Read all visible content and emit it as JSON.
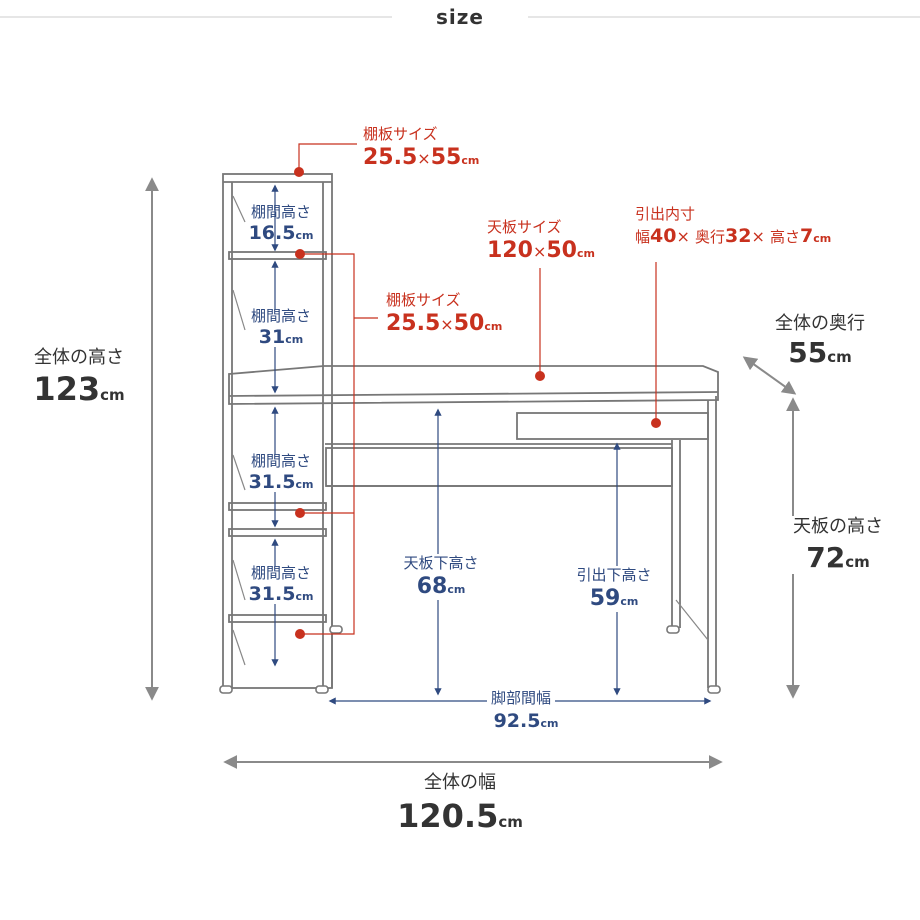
{
  "header": {
    "title": "size"
  },
  "colors": {
    "accent_red": "#c8311e",
    "dim_blue": "#2f4a80",
    "arrow_gray": "#8a8a8a",
    "line_gray": "#777777"
  },
  "dimensions": {
    "total_height": {
      "label": "全体の高さ",
      "value": "123",
      "unit": "cm"
    },
    "total_width": {
      "label": "全体の幅",
      "value": "120.5",
      "unit": "cm"
    },
    "total_depth": {
      "label": "全体の奥行",
      "value": "55",
      "unit": "cm"
    },
    "top_height": {
      "label": "天板の高さ",
      "value": "72",
      "unit": "cm"
    },
    "under_top_height": {
      "label": "天板下高さ",
      "value": "68",
      "unit": "cm"
    },
    "under_drawer_height": {
      "label": "引出下高さ",
      "value": "59",
      "unit": "cm"
    },
    "leg_width": {
      "label": "脚部間幅",
      "value": "92.5",
      "unit": "cm"
    },
    "shelf_gaps": [
      {
        "label": "棚間高さ",
        "value": "16.5",
        "unit": "cm"
      },
      {
        "label": "棚間高さ",
        "value": "31",
        "unit": "cm"
      },
      {
        "label": "棚間高さ",
        "value": "31.5",
        "unit": "cm"
      },
      {
        "label": "棚間高さ",
        "value": "31.5",
        "unit": "cm"
      }
    ],
    "shelf_board_top": {
      "label": "棚板サイズ",
      "value_a": "25.5",
      "value_b": "55",
      "unit": "cm"
    },
    "shelf_board_lower": {
      "label": "棚板サイズ",
      "value_a": "25.5",
      "value_b": "50",
      "unit": "cm"
    },
    "desk_top": {
      "label": "天板サイズ",
      "value_a": "120",
      "value_b": "50",
      "unit": "cm"
    },
    "drawer_inner": {
      "label": "引出内寸",
      "w_label": "幅",
      "w_value": "40",
      "d_label": "奥行",
      "d_value": "32",
      "h_label": "高さ",
      "h_value": "7",
      "unit": "cm"
    }
  }
}
